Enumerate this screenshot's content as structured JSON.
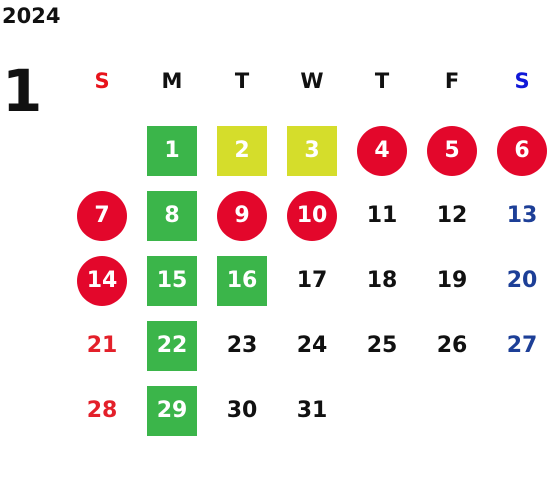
{
  "calendar": {
    "year": "2024",
    "month": "1",
    "weekdays": [
      {
        "label": "S",
        "color": "#e8131b"
      },
      {
        "label": "M",
        "color": "#111111"
      },
      {
        "label": "T",
        "color": "#111111"
      },
      {
        "label": "W",
        "color": "#111111"
      },
      {
        "label": "T",
        "color": "#111111"
      },
      {
        "label": "F",
        "color": "#111111"
      },
      {
        "label": "S",
        "color": "#1018d8"
      }
    ],
    "start_weekday": 1,
    "days": [
      {
        "label": "1",
        "style": "green"
      },
      {
        "label": "2",
        "style": "yellow"
      },
      {
        "label": "3",
        "style": "yellow"
      },
      {
        "label": "4",
        "style": "red-circle"
      },
      {
        "label": "5",
        "style": "red-circle"
      },
      {
        "label": "6",
        "style": "red-circle"
      },
      {
        "label": "7",
        "style": "red-circle"
      },
      {
        "label": "8",
        "style": "green"
      },
      {
        "label": "9",
        "style": "red-circle"
      },
      {
        "label": "10",
        "style": "red-circle"
      },
      {
        "label": "11",
        "style": "plain"
      },
      {
        "label": "12",
        "style": "plain"
      },
      {
        "label": "13",
        "style": "saturday"
      },
      {
        "label": "14",
        "style": "red-circle"
      },
      {
        "label": "15",
        "style": "green"
      },
      {
        "label": "16",
        "style": "green"
      },
      {
        "label": "17",
        "style": "plain"
      },
      {
        "label": "18",
        "style": "plain"
      },
      {
        "label": "19",
        "style": "plain"
      },
      {
        "label": "20",
        "style": "saturday"
      },
      {
        "label": "21",
        "style": "sunday"
      },
      {
        "label": "22",
        "style": "green"
      },
      {
        "label": "23",
        "style": "plain"
      },
      {
        "label": "24",
        "style": "plain"
      },
      {
        "label": "25",
        "style": "plain"
      },
      {
        "label": "26",
        "style": "plain"
      },
      {
        "label": "27",
        "style": "saturday"
      },
      {
        "label": "28",
        "style": "sunday"
      },
      {
        "label": "29",
        "style": "green"
      },
      {
        "label": "30",
        "style": "plain"
      },
      {
        "label": "31",
        "style": "plain"
      }
    ]
  },
  "colors": {
    "text": "#111111",
    "green": "#3bb54a",
    "yellow": "#d5dd2b",
    "red": "#e3072b",
    "sunday": "#e3202a",
    "saturday": "#1d3f97"
  }
}
